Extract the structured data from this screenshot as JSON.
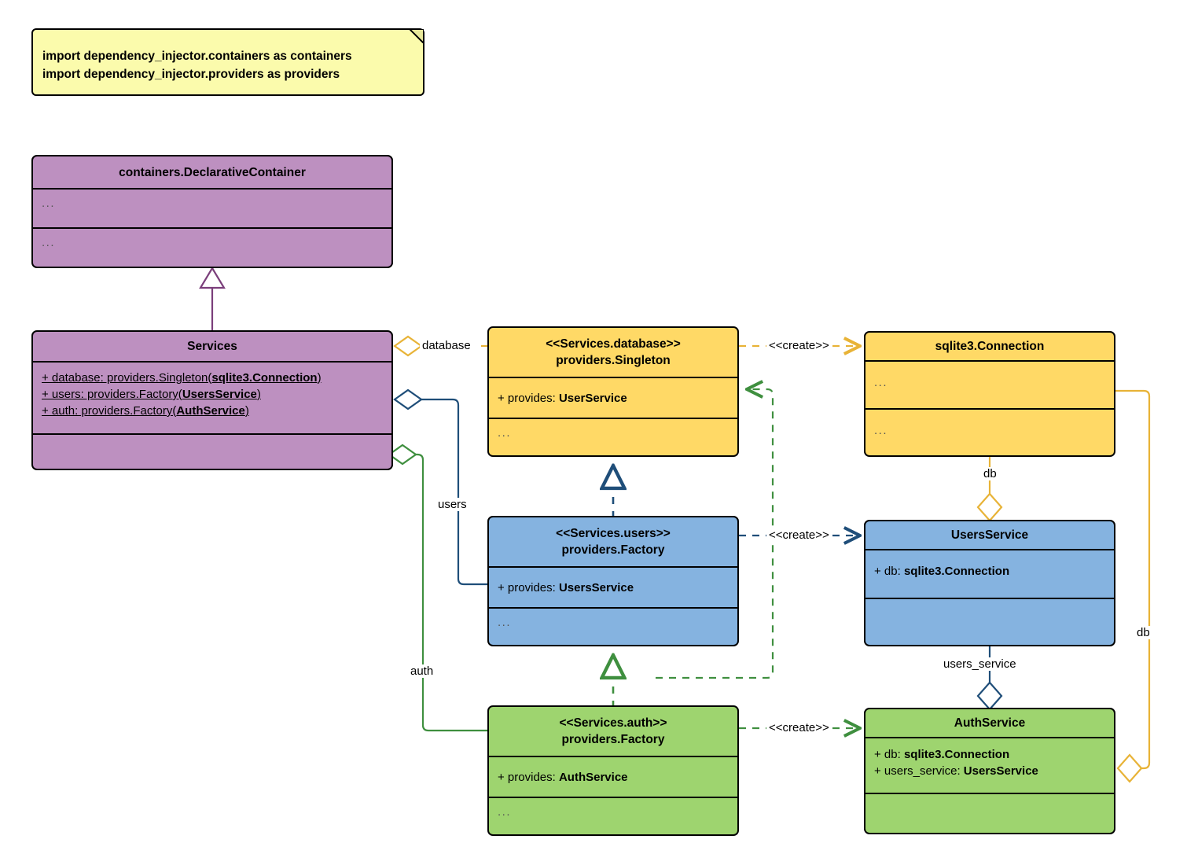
{
  "diagram": {
    "title": "dependency_injector containers UML class diagram",
    "palette": {
      "purple": "#bd90c0",
      "yellow": "#ffd966",
      "blue": "#85b3e0",
      "green": "#9ed46f",
      "note": "#fbfbac",
      "edge_orange": "#e8b337",
      "edge_blue": "#1f4e79",
      "edge_green": "#3f8f3f",
      "edge_purple": "#7b3f7b",
      "outline": "#000000"
    }
  },
  "note": {
    "line1": "import dependency_injector.containers as containers",
    "line2": "import dependency_injector.providers as providers"
  },
  "classes": {
    "declarative_container": {
      "title": "containers.DeclarativeContainer",
      "attributes": "...",
      "operations": "..."
    },
    "services": {
      "title": "Services",
      "attributes": [
        "+ database: providers.Singleton(sqlite3.Connection)",
        "+ users: providers.Factory(UsersService)",
        "+ auth: providers.Factory(AuthService)"
      ],
      "attr_plain": [
        "+ database: providers.Singleton(",
        "+ users: providers.Factory(",
        "+ auth: providers.Factory("
      ],
      "attr_bold": [
        "sqlite3.Connection",
        "UsersService",
        "AuthService"
      ],
      "operations": ""
    },
    "services_database": {
      "stereotype": "<<Services.database>>",
      "title": "providers.Singleton",
      "attribute_label": "+ provides: ",
      "attribute_value": "UserService",
      "operations": "..."
    },
    "services_users": {
      "stereotype": "<<Services.users>>",
      "title": "providers.Factory",
      "attribute_label": "+ provides: ",
      "attribute_value": "UsersService",
      "operations": "..."
    },
    "services_auth": {
      "stereotype": "<<Services.auth>>",
      "title": "providers.Factory",
      "attribute_label": "+ provides: ",
      "attribute_value": "AuthService",
      "operations": "..."
    },
    "sqlite3_connection": {
      "title": "sqlite3.Connection",
      "attributes": "...",
      "operations": "..."
    },
    "users_service": {
      "title": "UsersService",
      "attr_label": "+ db: ",
      "attr_value": "sqlite3.Connection",
      "operations": ""
    },
    "auth_service": {
      "title": "AuthService",
      "attr1_label": "+ db: ",
      "attr1_value": "sqlite3.Connection",
      "attr2_label": "+ users_service: ",
      "attr2_value": "UsersService",
      "operations": ""
    }
  },
  "edges": {
    "generalization_services_to_container": {
      "label": ""
    },
    "aggregation_database": {
      "label": "database"
    },
    "aggregation_users": {
      "label": "users"
    },
    "aggregation_auth": {
      "label": "auth"
    },
    "create_database": {
      "label": "<<create>>"
    },
    "create_users": {
      "label": "<<create>>"
    },
    "create_auth": {
      "label": "<<create>>"
    },
    "aggregation_db_users": {
      "label": "db"
    },
    "aggregation_db_auth": {
      "label": "db"
    },
    "aggregation_users_service": {
      "label": "users_service"
    }
  }
}
